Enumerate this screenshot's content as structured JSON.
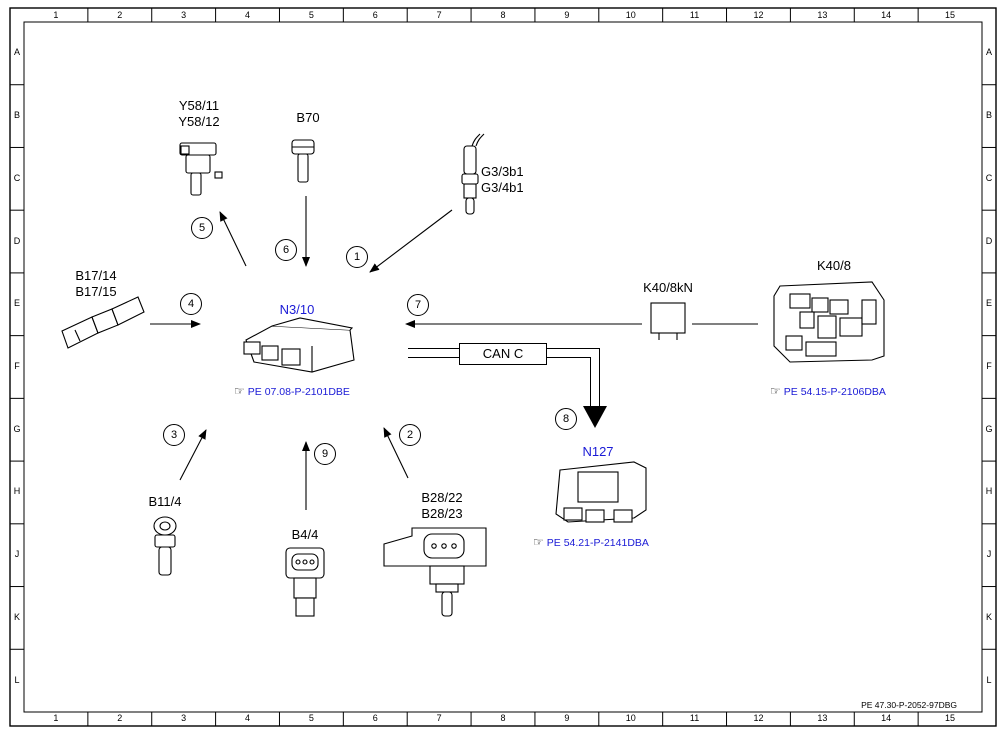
{
  "frame": {
    "columns": [
      "1",
      "2",
      "3",
      "4",
      "5",
      "6",
      "7",
      "8",
      "9",
      "10",
      "11",
      "12",
      "13",
      "14",
      "15"
    ],
    "rows": [
      "A",
      "B",
      "C",
      "D",
      "E",
      "F",
      "G",
      "H",
      "J",
      "K",
      "L"
    ],
    "doc_id": "PE 47.30-P-2052-97DBG"
  },
  "components": {
    "y58": {
      "line1": "Y58/11",
      "line2": "Y58/12"
    },
    "b70": {
      "label": "B70"
    },
    "g3": {
      "line1": "G3/3b1",
      "line2": "G3/4b1"
    },
    "b17": {
      "line1": "B17/14",
      "line2": "B17/15"
    },
    "n3": {
      "label": "N3/10",
      "ref": "PE 07.08-P-2101DBE"
    },
    "k40_8kn": {
      "label": "K40/8kN"
    },
    "k40_8": {
      "label": "K40/8",
      "ref": "PE 54.15-P-2106DBA"
    },
    "n127": {
      "label": "N127",
      "ref": "PE 54.21-P-2141DBA"
    },
    "b11": {
      "label": "B11/4"
    },
    "b4": {
      "label": "B4/4"
    },
    "b28": {
      "line1": "B28/22",
      "line2": "B28/23"
    }
  },
  "bus": {
    "label": "CAN C"
  },
  "signals": [
    "1",
    "2",
    "3",
    "4",
    "5",
    "6",
    "7",
    "8",
    "9"
  ],
  "ref_icon": "pointing-hand-icon",
  "colors": {
    "label_blue": "#1a1ad6",
    "line": "#000000"
  }
}
